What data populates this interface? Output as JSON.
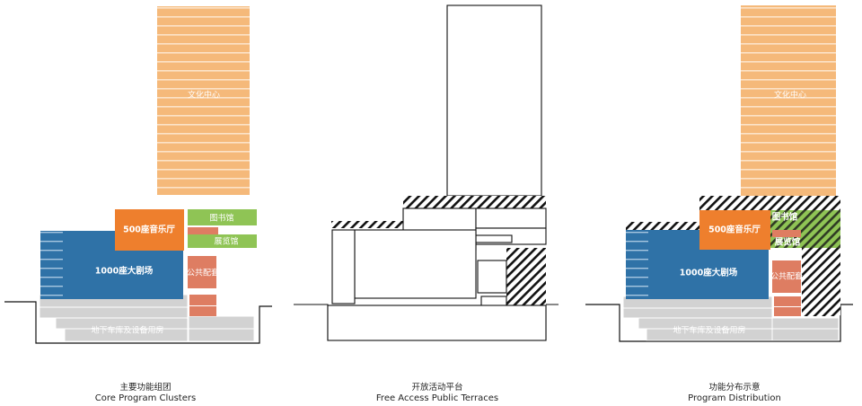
{
  "colors": {
    "culture": "#F5B97A",
    "stripe": "#FCE3C8",
    "music": "#EE7F2D",
    "library": "#8FC455",
    "theatre": "#2F72A7",
    "public": "#DE7D62",
    "parking": "#D2D2D2",
    "line": "#111111"
  },
  "labels": {
    "culture_center": "文化中心",
    "music_hall": "500座音乐厅",
    "library": "图书馆",
    "exhibition": "展览馆",
    "theatre": "1000座大剧场",
    "public_support": "公共配套",
    "parking": "地下车库及设备用房"
  },
  "panels": [
    {
      "caption_cn": "主要功能组团",
      "caption_en": "Core Program Clusters"
    },
    {
      "caption_cn": "开放活动平台",
      "caption_en": "Free Access Public Terraces"
    },
    {
      "caption_cn": "功能分布示意",
      "caption_en": "Program Distribution"
    }
  ]
}
